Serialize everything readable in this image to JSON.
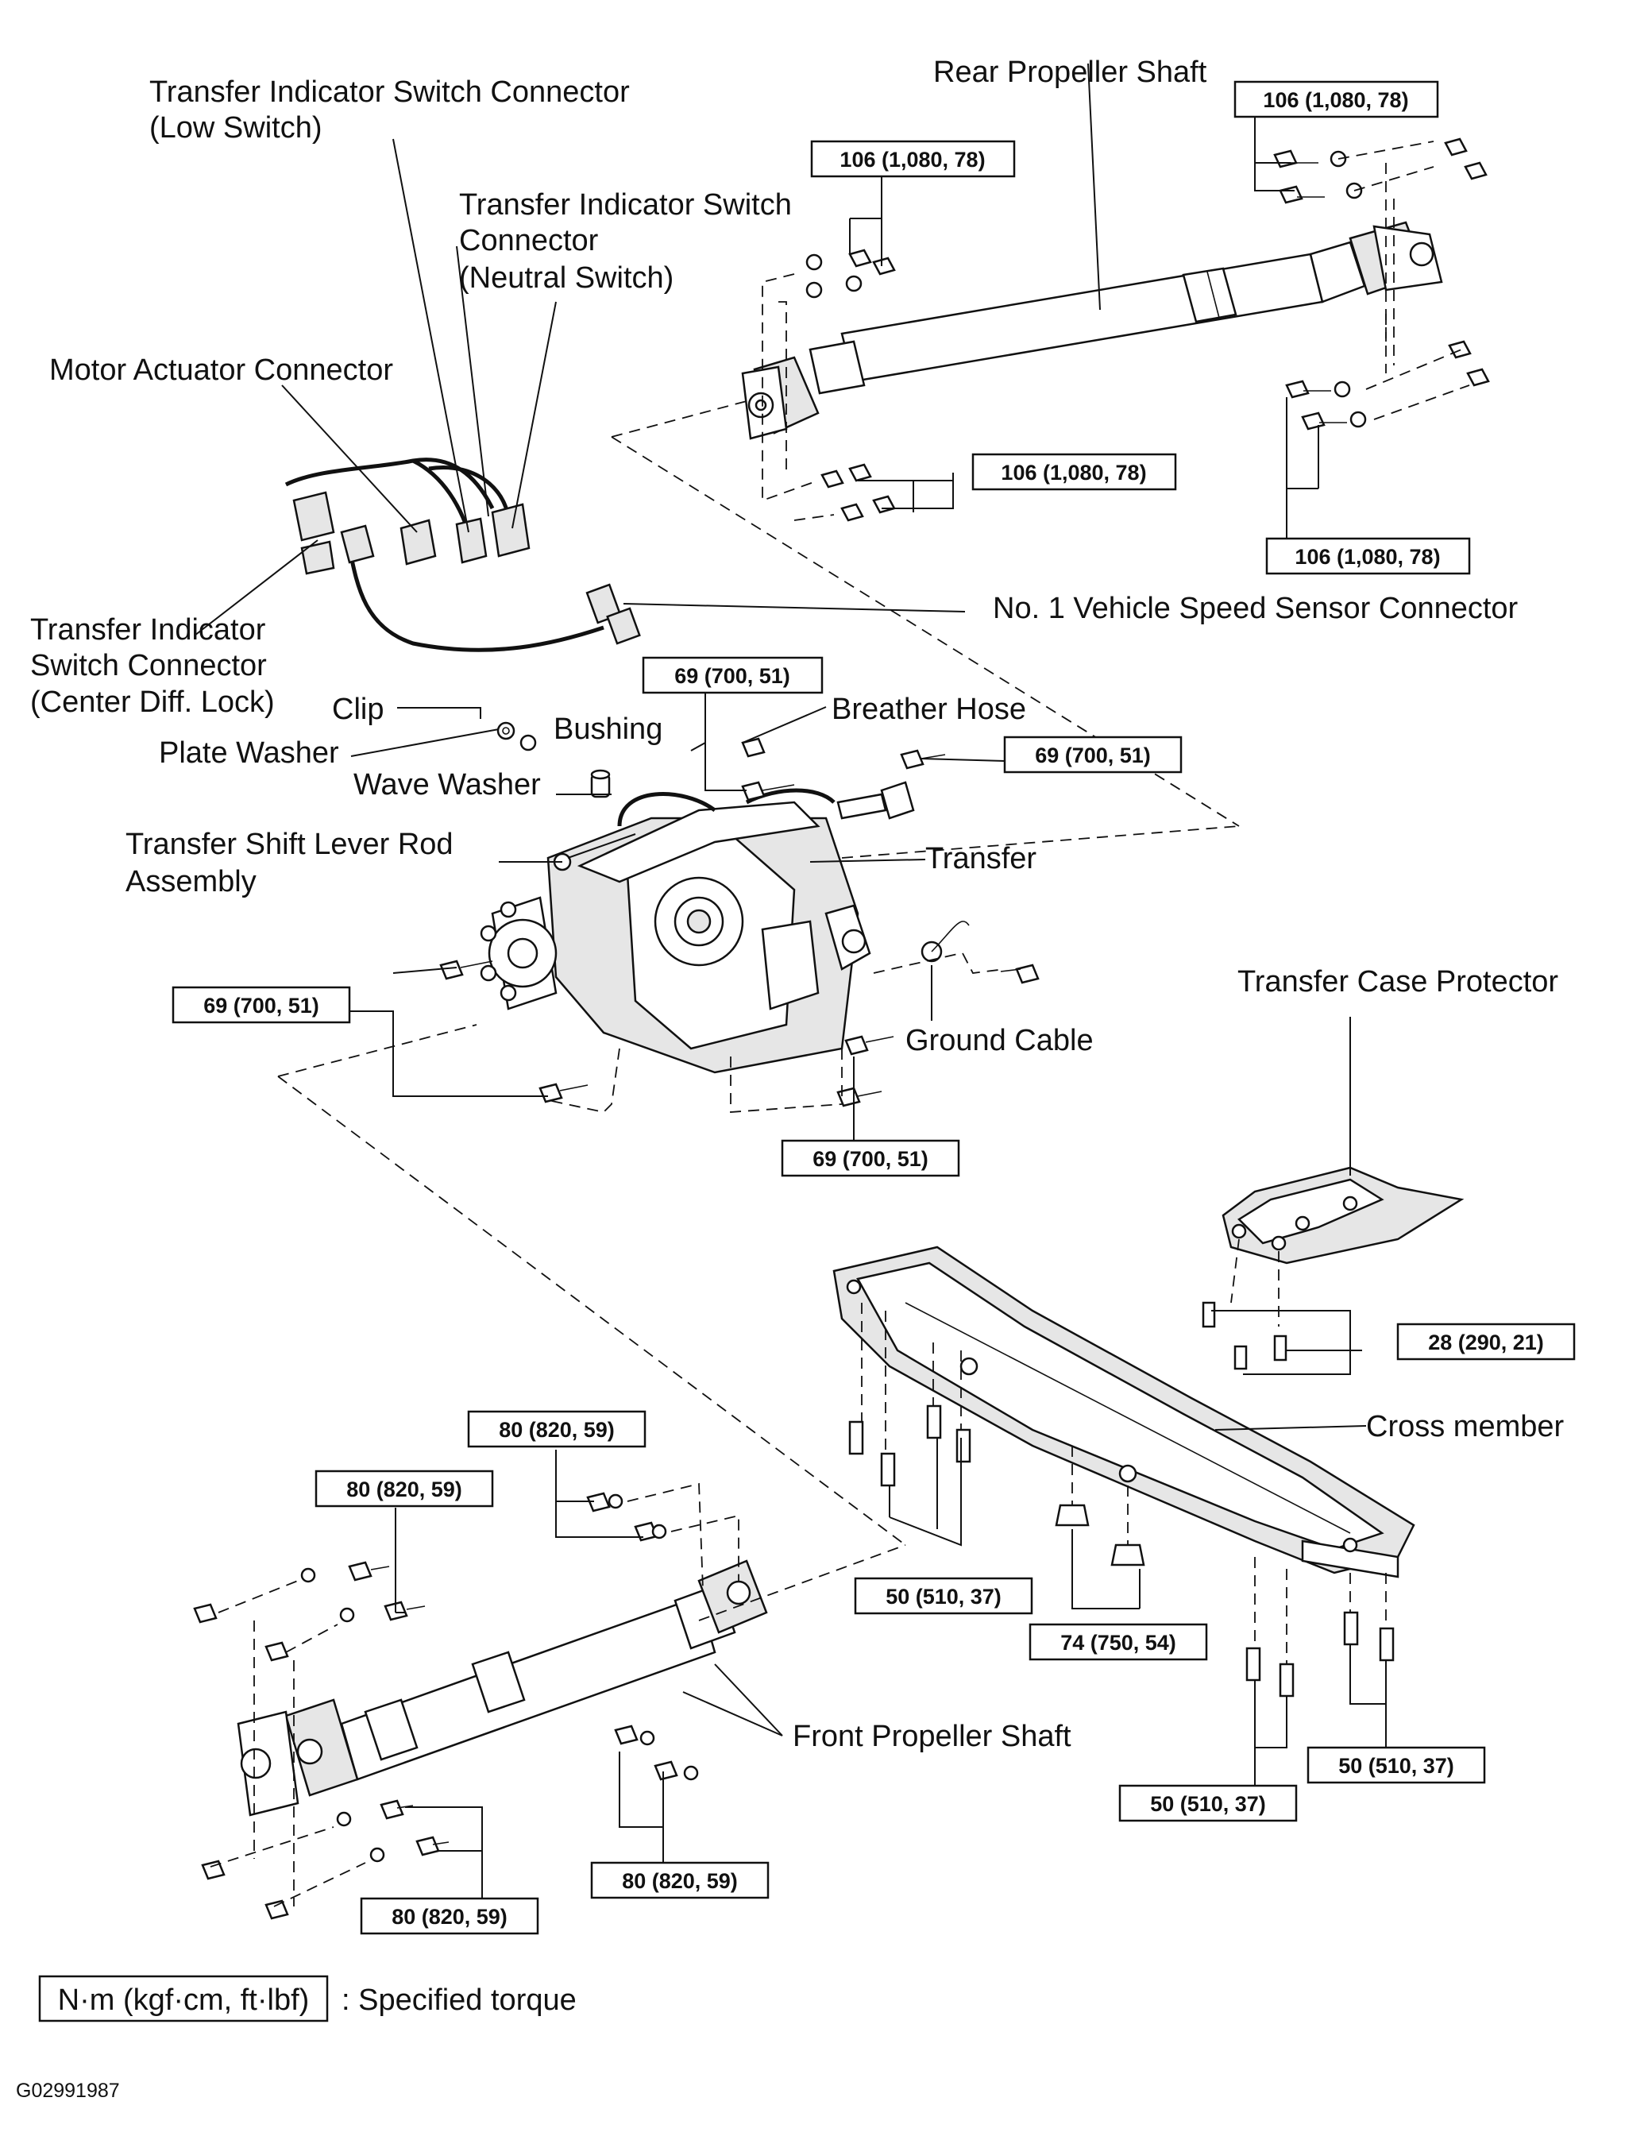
{
  "labels": {
    "rear_propeller_shaft": "Rear Propeller Shaft",
    "low_switch_line1": "Transfer Indicator Switch Connector",
    "low_switch_line2": "(Low Switch)",
    "neutral_line1": "Transfer Indicator Switch",
    "neutral_line2": "Connector",
    "neutral_line3": "(Neutral Switch)",
    "motor_actuator": "Motor Actuator Connector",
    "center_diff_line1": "Transfer Indicator",
    "center_diff_line2": "Switch Connector",
    "center_diff_line3": "(Center Diff. Lock)",
    "speed_sensor": "No. 1 Vehicle Speed Sensor Connector",
    "clip": "Clip",
    "plate_washer": "Plate Washer",
    "bushing": "Bushing",
    "wave_washer": "Wave Washer",
    "breather_hose": "Breather Hose",
    "shift_rod_line1": "Transfer  Shift  Lever  Rod",
    "shift_rod_line2": "Assembly",
    "transfer": "Transfer",
    "ground_cable": "Ground Cable",
    "case_protector": "Transfer Case Protector",
    "cross_member": "Cross member",
    "front_propeller_shaft": "Front Propeller Shaft"
  },
  "torques": {
    "rear_top_right": "106 (1,080, 78)",
    "rear_top_left": "106 (1,080, 78)",
    "rear_mid": "106 (1,080, 78)",
    "rear_bottom_right": "106 (1,080, 78)",
    "transfer_top": "69 (700, 51)",
    "transfer_right": "69 (700, 51)",
    "transfer_left": "69 (700, 51)",
    "transfer_bottom": "69 (700, 51)",
    "protector": "28 (290, 21)",
    "front_top": "80 (820, 59)",
    "front_left": "80 (820, 59)",
    "front_bottom_mid": "80 (820, 59)",
    "front_bottom_left": "80 (820, 59)",
    "cross_left": "50 (510, 37)",
    "cross_center": "74 (750, 54)",
    "cross_right": "50 (510, 37)",
    "cross_bottom": "50 (510, 37)"
  },
  "legend": {
    "unit_box": "N·m (kgf·cm, ft·lbf)",
    "text": ": Specified torque"
  },
  "figure_code": "G02991987"
}
